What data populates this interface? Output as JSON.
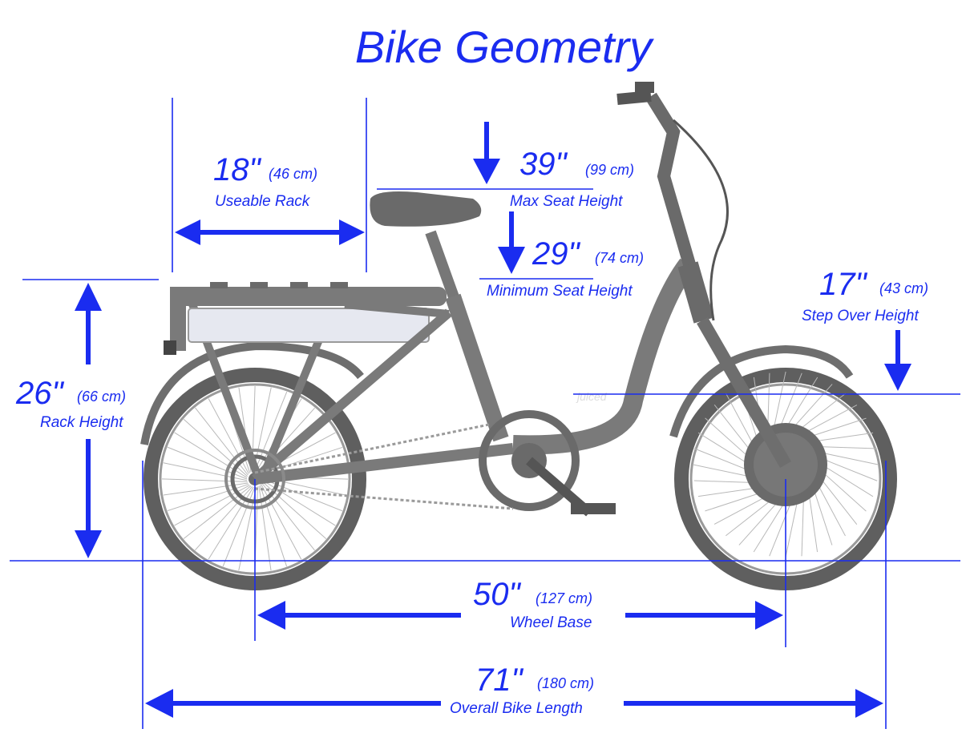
{
  "title": "Bike Geometry",
  "colors": {
    "accent": "#1a2cf0",
    "bike": "#7a7a7a",
    "battery": "#e6e8f0"
  },
  "measurements": {
    "rack_length": {
      "value": "18\"",
      "metric": "(46 cm)",
      "label": "Useable Rack"
    },
    "max_seat": {
      "value": "39\"",
      "metric": "(99 cm)",
      "label": "Max Seat Height"
    },
    "min_seat": {
      "value": "29\"",
      "metric": "(74 cm)",
      "label": "Minimum Seat Height"
    },
    "step_over": {
      "value": "17\"",
      "metric": "(43 cm)",
      "label": "Step Over Height"
    },
    "rack_height": {
      "value": "26\"",
      "metric": "(66 cm)",
      "label": "Rack Height"
    },
    "wheel_base": {
      "value": "50\"",
      "metric": "(127 cm)",
      "label": "Wheel Base"
    },
    "overall_length": {
      "value": "71\"",
      "metric": "(180 cm)",
      "label": "Overall Bike Length"
    }
  },
  "brand_mark": "juiced"
}
